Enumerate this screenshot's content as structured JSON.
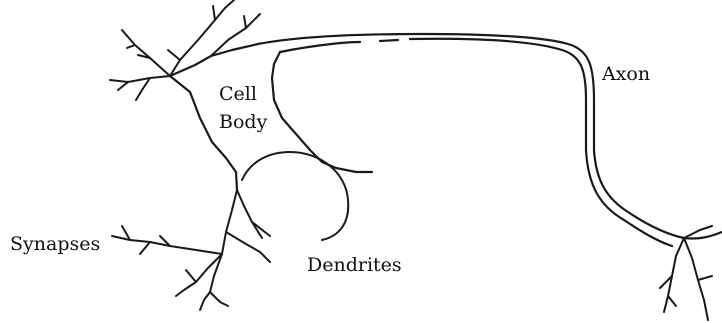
{
  "labels": {
    "cell_body_line1": "Cell",
    "cell_body_line2": "Body",
    "axon": "Axon",
    "synapses": "Synapses",
    "dendrites": "Dendrites"
  },
  "colors": {
    "background": "#ffffff",
    "ink": "#1a1a1a"
  }
}
